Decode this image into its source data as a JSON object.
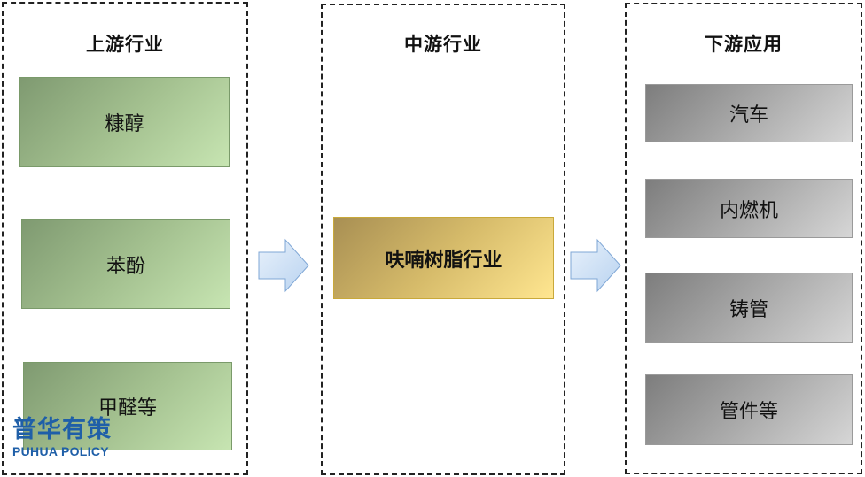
{
  "upstream": {
    "title": "上游行业",
    "items": [
      "糠醇",
      "苯酚",
      "甲醛等"
    ]
  },
  "midstream": {
    "title": "中游行业",
    "item": "呋喃树脂行业"
  },
  "downstream": {
    "title": "下游应用",
    "items": [
      "汽车",
      "内燃机",
      "铸管",
      "管件等"
    ]
  },
  "logo": {
    "name_cn": "普华有策",
    "name_en": "PUHUA POLICY"
  },
  "colors": {
    "upstream_box": "#a3c08f",
    "midstream_box": "#e0c56f",
    "downstream_box": "#a9a9a9",
    "arrow_fill": "#cfe2f7",
    "arrow_stroke": "#7fa7d6",
    "logo": "#1f5fa8"
  }
}
